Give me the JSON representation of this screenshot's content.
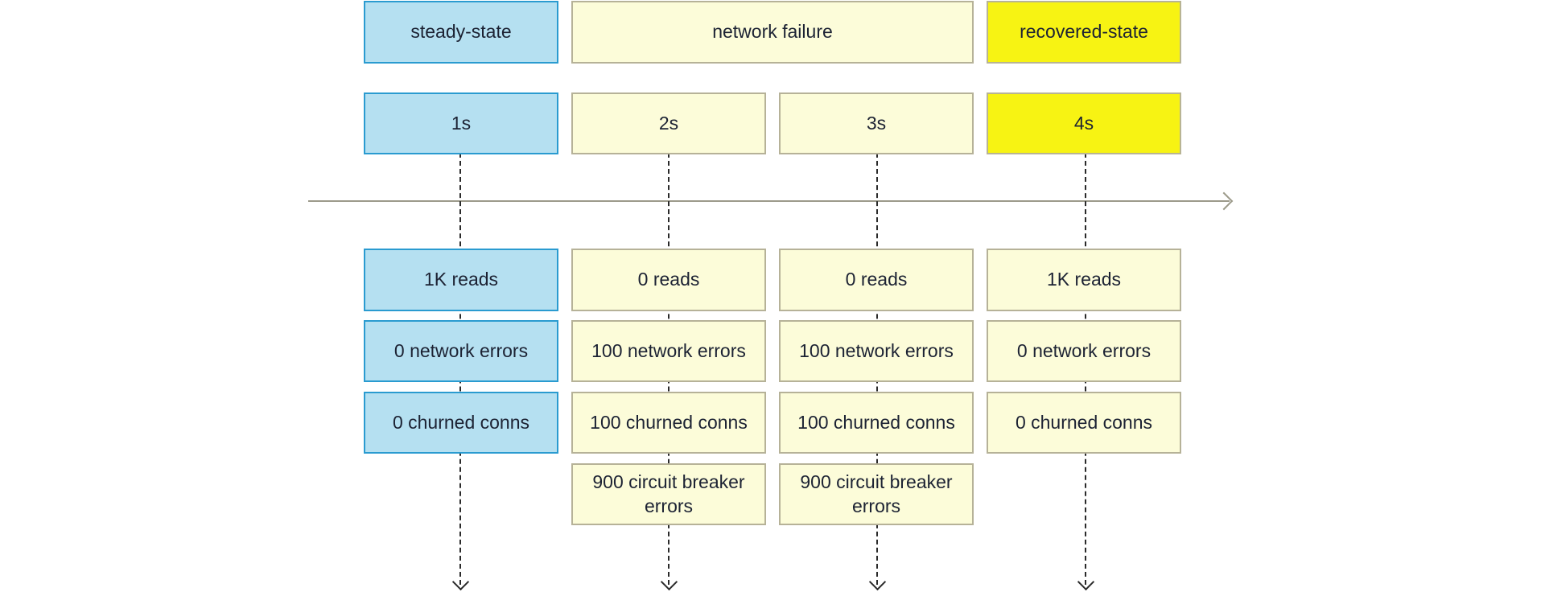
{
  "phases": [
    {
      "label": "steady-state"
    },
    {
      "label": "network failure"
    },
    {
      "label": "recovered-state"
    }
  ],
  "times": [
    {
      "label": "1s",
      "reads": "1K reads",
      "network_errors": "0 network errors",
      "churned_conns": "0 churned conns",
      "circuit_breaker": ""
    },
    {
      "label": "2s",
      "reads": "0 reads",
      "network_errors": "100 network errors",
      "churned_conns": "100 churned conns",
      "circuit_breaker": "900 circuit breaker\nerrors"
    },
    {
      "label": "3s",
      "reads": "0 reads",
      "network_errors": "100 network errors",
      "churned_conns": "100 churned conns",
      "circuit_breaker": "900 circuit breaker\nerrors"
    },
    {
      "label": "4s",
      "reads": "1K reads",
      "network_errors": "0 network errors",
      "churned_conns": "0 churned conns",
      "circuit_breaker": ""
    }
  ],
  "colors": {
    "steady_fill": "#b5e0f1",
    "steady_border": "#2a9bd0",
    "failure_fill": "#fcfcd9",
    "failure_border": "#b6b298",
    "recovered_fill": "#f7f313",
    "timeline": "#9c9a8a"
  }
}
